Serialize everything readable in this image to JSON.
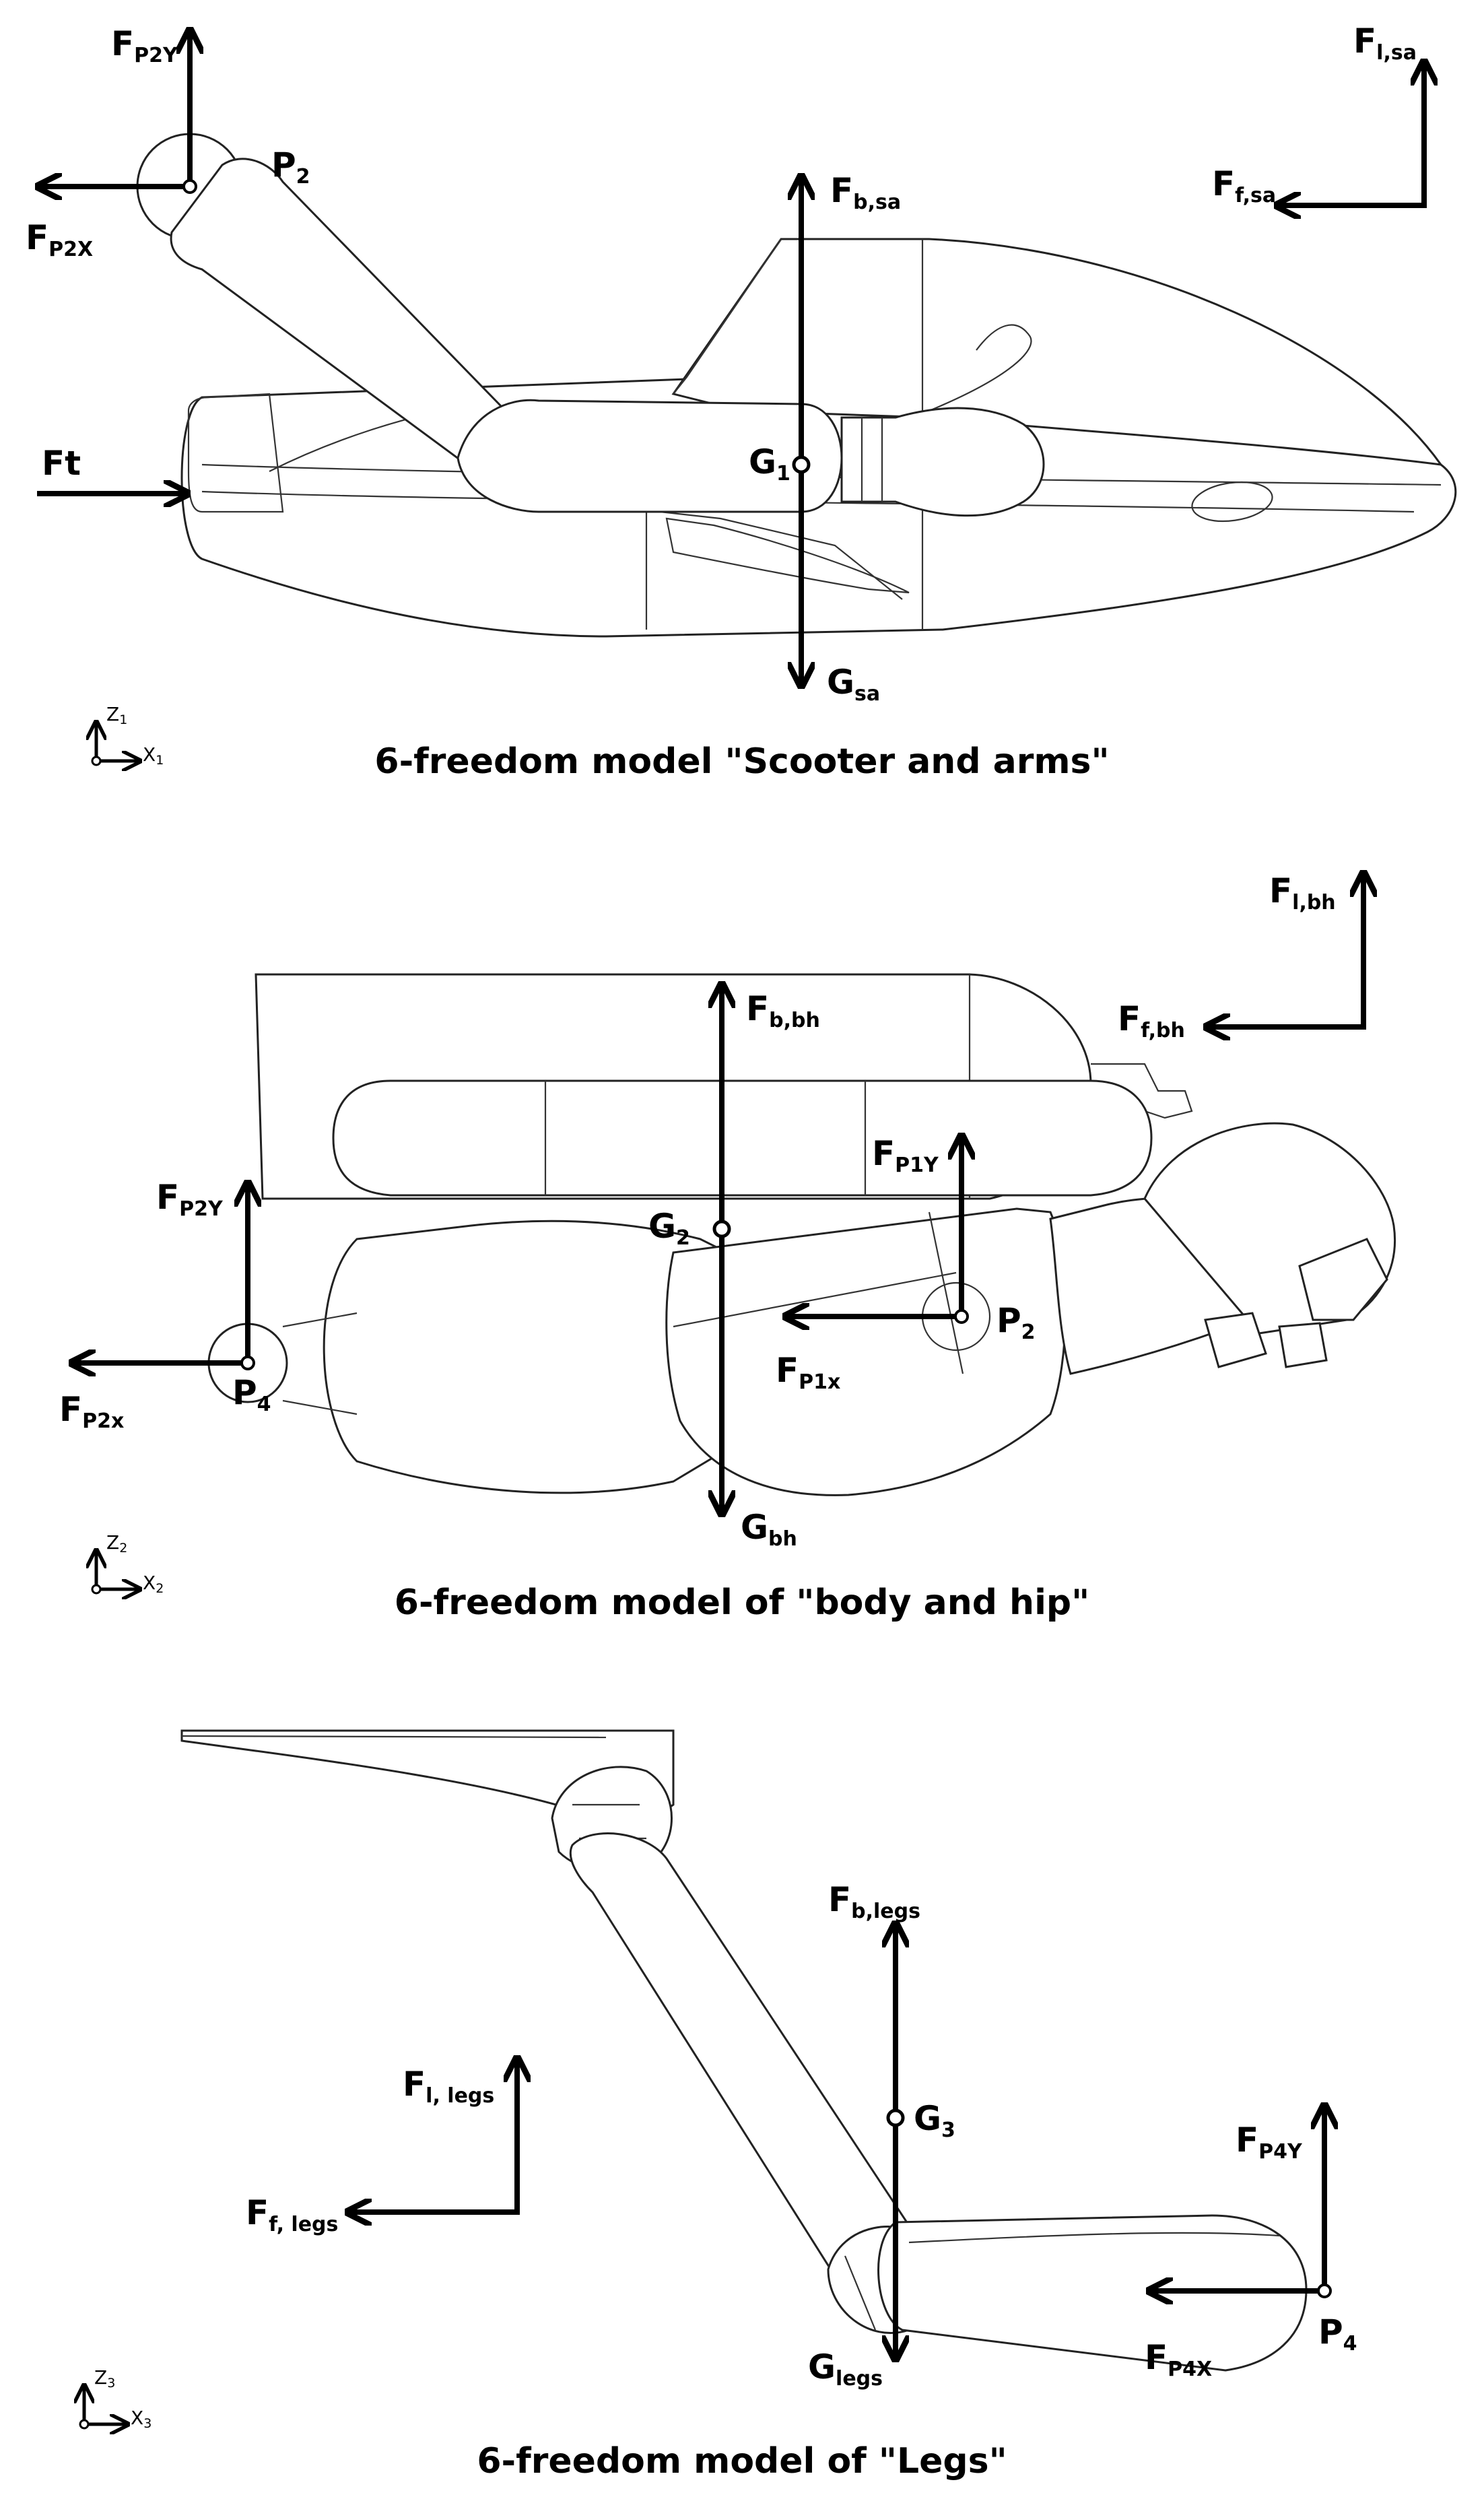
{
  "panels": [
    {
      "title": "6-freedom model \"Scooter and arms\"",
      "axes": {
        "z": "Z",
        "z_sub": "1",
        "x": "X",
        "x_sub": "1"
      },
      "labels": {
        "fp2y": {
          "main": "F",
          "sub": "P2Y"
        },
        "fp2x": {
          "main": "F",
          "sub": "P2X"
        },
        "p2": {
          "main": "P",
          "sub": "2"
        },
        "fbsa": {
          "main": "F",
          "sub": "b,sa"
        },
        "flsa": {
          "main": "F",
          "sub": "l,sa"
        },
        "ffsa": {
          "main": "F",
          "sub": "f,sa"
        },
        "ft": {
          "main": "Ft",
          "sub": ""
        },
        "g1": {
          "main": "G",
          "sub": "1"
        },
        "gsa": {
          "main": "G",
          "sub": "sa"
        }
      }
    },
    {
      "title": "6-freedom model of \"body and hip\"",
      "axes": {
        "z": "Z",
        "z_sub": "2",
        "x": "X",
        "x_sub": "2"
      },
      "labels": {
        "flbh": {
          "main": "F",
          "sub": "l,bh"
        },
        "ffbh": {
          "main": "F",
          "sub": "f,bh"
        },
        "fbbh": {
          "main": "F",
          "sub": "b,bh"
        },
        "fp1y": {
          "main": "F",
          "sub": "P1Y"
        },
        "fp2y": {
          "main": "F",
          "sub": "P2Y"
        },
        "g2": {
          "main": "G",
          "sub": "2"
        },
        "p2": {
          "main": "P",
          "sub": "2"
        },
        "fp2x": {
          "main": "F",
          "sub": "P2x"
        },
        "p4": {
          "main": "P",
          "sub": "4"
        },
        "fp1x": {
          "main": "F",
          "sub": "P1x"
        },
        "gbh": {
          "main": "G",
          "sub": "bh"
        }
      }
    },
    {
      "title": "6-freedom model of \"Legs\"",
      "axes": {
        "z": "Z",
        "z_sub": "3",
        "x": "X",
        "x_sub": "3"
      },
      "labels": {
        "fblegs": {
          "main": "F",
          "sub": "b,legs"
        },
        "fllegs": {
          "main": "F",
          "sub": "l, legs"
        },
        "g3": {
          "main": "G",
          "sub": "3"
        },
        "fp4y": {
          "main": "F",
          "sub": "P4Y"
        },
        "fflegs": {
          "main": "F",
          "sub": "f, legs"
        },
        "p4": {
          "main": "P",
          "sub": "4"
        },
        "glegs": {
          "main": "G",
          "sub": "legs"
        },
        "fp4x": {
          "main": "F",
          "sub": "P4X"
        }
      }
    }
  ]
}
